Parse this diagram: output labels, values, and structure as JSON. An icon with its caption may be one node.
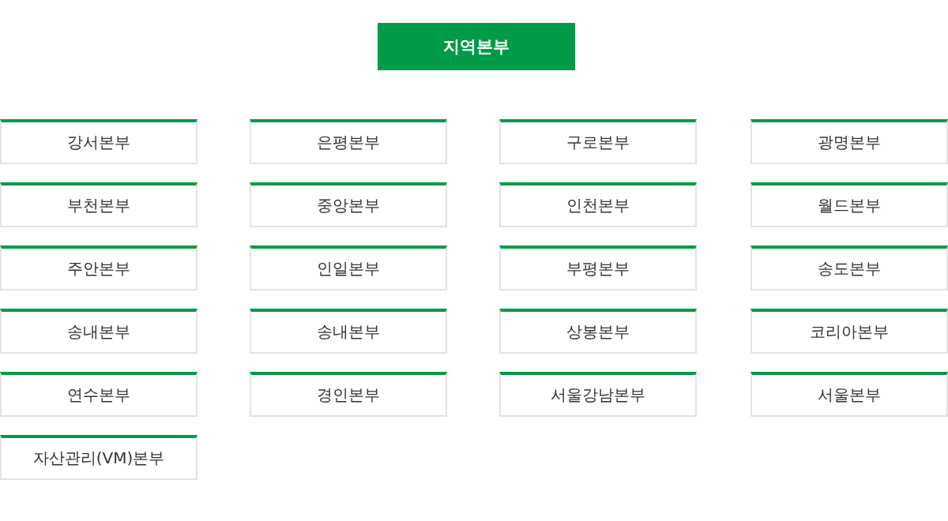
{
  "diagram": {
    "nodes": [
      {
        "text": [
          "지역본부"
        ]
      },
      {
        "text": [
          "강서본부"
        ]
      },
      {
        "text": [
          "은평본부"
        ]
      },
      {
        "text": [
          "구로본부"
        ]
      },
      {
        "text": [
          "광명본부"
        ]
      },
      {
        "text": [
          "부천본부"
        ]
      },
      {
        "text": [
          "중앙본부"
        ]
      },
      {
        "text": [
          "인천본부"
        ]
      },
      {
        "text": [
          "월드본부"
        ]
      },
      {
        "text": [
          "주안본부"
        ]
      },
      {
        "text": [
          "인일본부"
        ]
      },
      {
        "text": [
          "부평본부"
        ]
      },
      {
        "text": [
          "송도본부"
        ]
      },
      {
        "text": [
          "송내본부"
        ]
      },
      {
        "text": [
          "송내본부"
        ]
      },
      {
        "text": [
          "상봉본부"
        ]
      },
      {
        "text": [
          "코리아본부"
        ]
      },
      {
        "text": [
          "연수본부"
        ]
      },
      {
        "text": [
          "경인본부"
        ]
      },
      {
        "text": [
          "서울강남본부"
        ]
      },
      {
        "text": [
          "서울본부"
        ]
      },
      {
        "text": [
          "자산관리(VM)본부"
        ]
      }
    ]
  }
}
